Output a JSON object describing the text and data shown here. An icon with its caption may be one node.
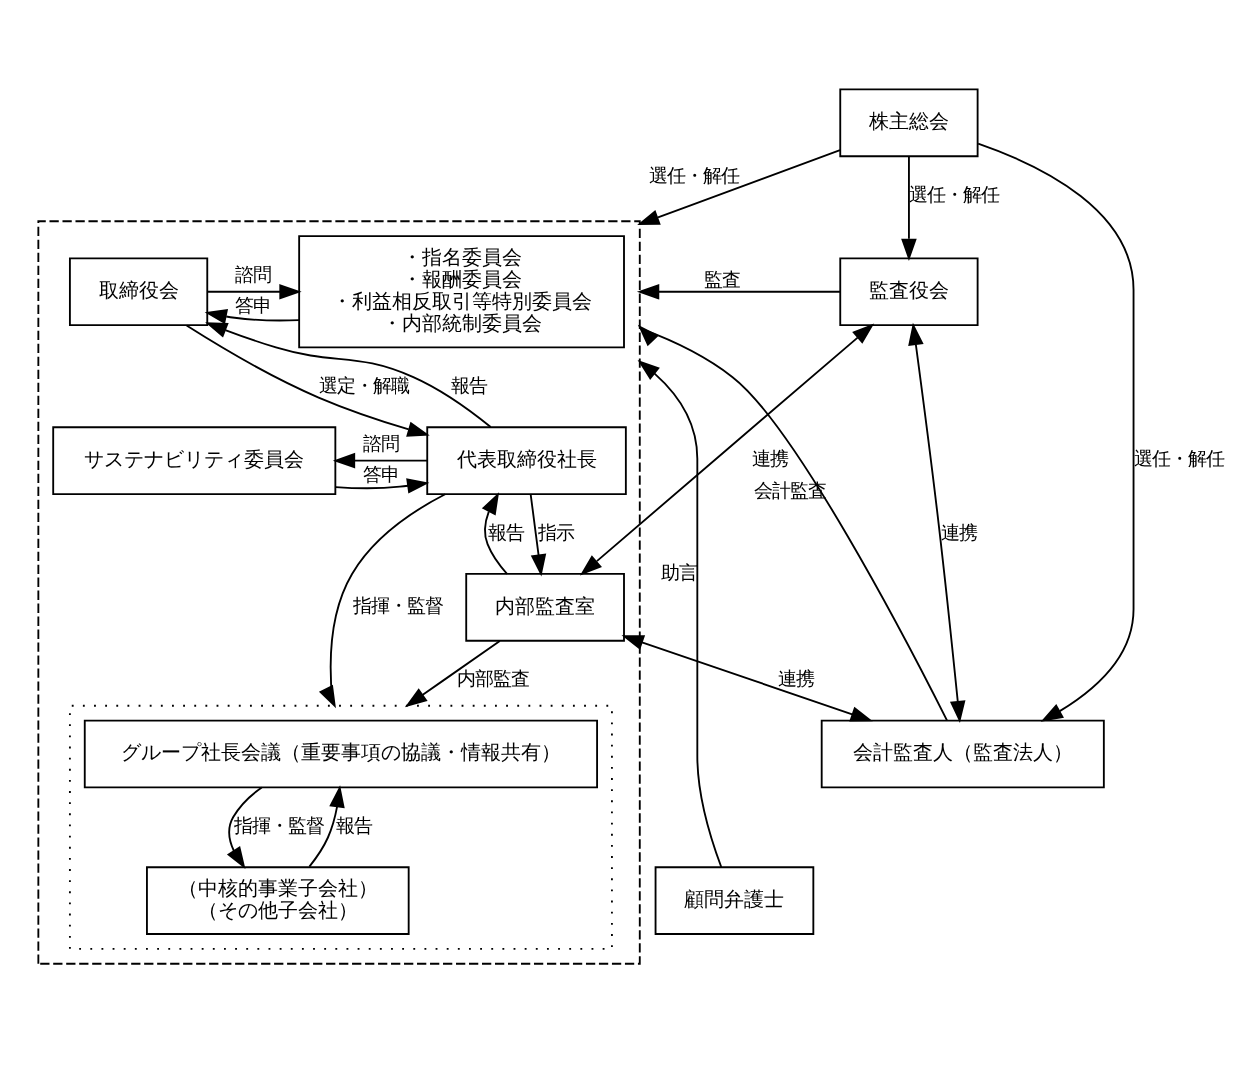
{
  "diagram": {
    "nodes": [
      {
        "text": [
          "株主総会"
        ]
      },
      {
        "text": [],
        "shape": "box"
      },
      {
        "text": [
          "・指名委員会",
          "・報酬委員会",
          "・利益相反取引等特別委員会",
          "・内部統制委員会"
        ],
        "in": 1
      },
      {
        "text": [
          "取締役会"
        ],
        "in": 1
      },
      {
        "text": [
          "代表取締役社長"
        ],
        "in": 1
      },
      {
        "text": [
          "サステナビリティ委員会"
        ],
        "in": 1
      },
      {
        "text": [
          "内部監査室"
        ],
        "in": 1
      },
      {
        "text": [],
        "shape": "box",
        "in": 1
      },
      {
        "text": [
          "グループ社長会議（重要事項の協議・情報共有）"
        ],
        "in": 7
      },
      {
        "text": [
          "（中核的事業子会社）",
          "（その他子会社）"
        ],
        "in": 7
      },
      {
        "text": [
          "監査役会"
        ]
      },
      {
        "text": [
          "会計監査人（監査法人）"
        ]
      },
      {
        "text": [
          "顧問弁護士"
        ]
      }
    ],
    "edges": [
      {
        "from": 0,
        "to": 1,
        "arrow": "to",
        "label": "選任・解任"
      },
      {
        "from": 0,
        "to": 10,
        "arrow": "to",
        "label": "選任・解任"
      },
      {
        "from": 0,
        "to": 11,
        "arrow": "to",
        "label": "選任・解任"
      },
      {
        "from": 3,
        "to": 2,
        "arrow": "to",
        "label": "諮問"
      },
      {
        "from": 2,
        "to": 3,
        "arrow": "to",
        "label": "答申"
      },
      {
        "from": 3,
        "to": 4,
        "arrow": "to",
        "label": "選定・解職"
      },
      {
        "from": 4,
        "to": 3,
        "arrow": "to",
        "label": "報告"
      },
      {
        "from": 4,
        "to": 5,
        "arrow": "to",
        "label": "諮問"
      },
      {
        "from": 5,
        "to": 4,
        "arrow": "to",
        "label": "答申"
      },
      {
        "from": 10,
        "to": 1,
        "arrow": "to",
        "label": "監査"
      },
      {
        "from": 6,
        "to": 10,
        "arrow": "both",
        "label": "連携"
      },
      {
        "from": 4,
        "to": 6,
        "arrow": "to",
        "label": "指示"
      },
      {
        "from": 6,
        "to": 4,
        "arrow": "to",
        "label": "報告"
      },
      {
        "from": 4,
        "to": 7,
        "arrow": "to",
        "label": "指揮・監督"
      },
      {
        "from": 6,
        "to": 7,
        "arrow": "to",
        "label": "内部監査"
      },
      {
        "from": 10,
        "to": 11,
        "arrow": "both",
        "label": "連携"
      },
      {
        "from": 6,
        "to": 11,
        "arrow": "both",
        "label": "連携"
      },
      {
        "from": 11,
        "to": 1,
        "arrow": "to",
        "label": "会計監査"
      },
      {
        "from": 8,
        "to": 9,
        "arrow": "to",
        "label": "指揮・監督"
      },
      {
        "from": 9,
        "to": 8,
        "arrow": "to",
        "label": "報告"
      },
      {
        "from": 12,
        "to": 1,
        "arrow": "to",
        "label": "助言"
      }
    ]
  }
}
